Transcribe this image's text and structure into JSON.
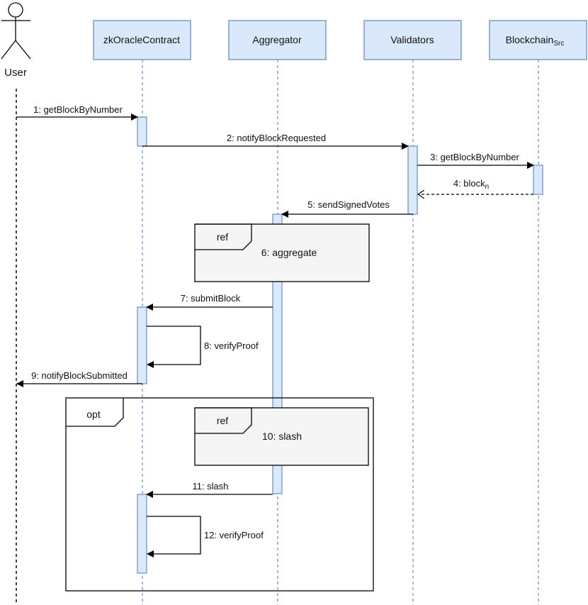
{
  "actor": {
    "label": "User"
  },
  "participants": [
    {
      "id": "zk",
      "label": "zkOracleContract"
    },
    {
      "id": "agg",
      "label": "Aggregator"
    },
    {
      "id": "val",
      "label": "Validators"
    },
    {
      "id": "bc",
      "label": "Blockchain",
      "subscript": "Src"
    }
  ],
  "messages": [
    {
      "label": "1: getBlockByNumber",
      "style": "sync"
    },
    {
      "label": "2: notifyBlockRequested",
      "style": "sync"
    },
    {
      "label": "3: getBlockByNumber",
      "style": "sync"
    },
    {
      "label": "4: block",
      "subscript": "n",
      "style": "return-dashed"
    },
    {
      "label": "5: sendSignedVotes",
      "style": "sync"
    },
    {
      "label": "7: submitBlock",
      "style": "sync"
    },
    {
      "label": "8: verifyProof",
      "style": "self"
    },
    {
      "label": "9: notifyBlockSubmitted",
      "style": "sync"
    },
    {
      "label": "11: slash",
      "style": "sync"
    },
    {
      "label": "12: verifyProof",
      "style": "self"
    }
  ],
  "frames": [
    {
      "kind": "ref",
      "label": "6: aggregate"
    },
    {
      "kind": "opt"
    },
    {
      "kind": "ref",
      "label": "10: slash"
    }
  ],
  "colors": {
    "participant_fill": "#dae8fc",
    "participant_stroke": "#6c8ebf",
    "ref_fill": "#f5f5f5"
  }
}
